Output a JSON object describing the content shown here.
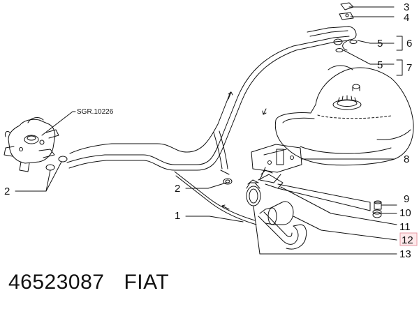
{
  "diagram": {
    "reference_code": "SGR.10226",
    "callouts": [
      "3",
      "4",
      "5",
      "6",
      "5",
      "7",
      "8",
      "9",
      "10",
      "11",
      "12",
      "13",
      "2",
      "2",
      "1"
    ],
    "highlighted_callout": "12",
    "colors": {
      "line": "#111111",
      "highlight_fill": "#fde8ea",
      "highlight_border": "#e79aa4"
    }
  },
  "part": {
    "number": "46523087",
    "brand": "FIAT"
  }
}
